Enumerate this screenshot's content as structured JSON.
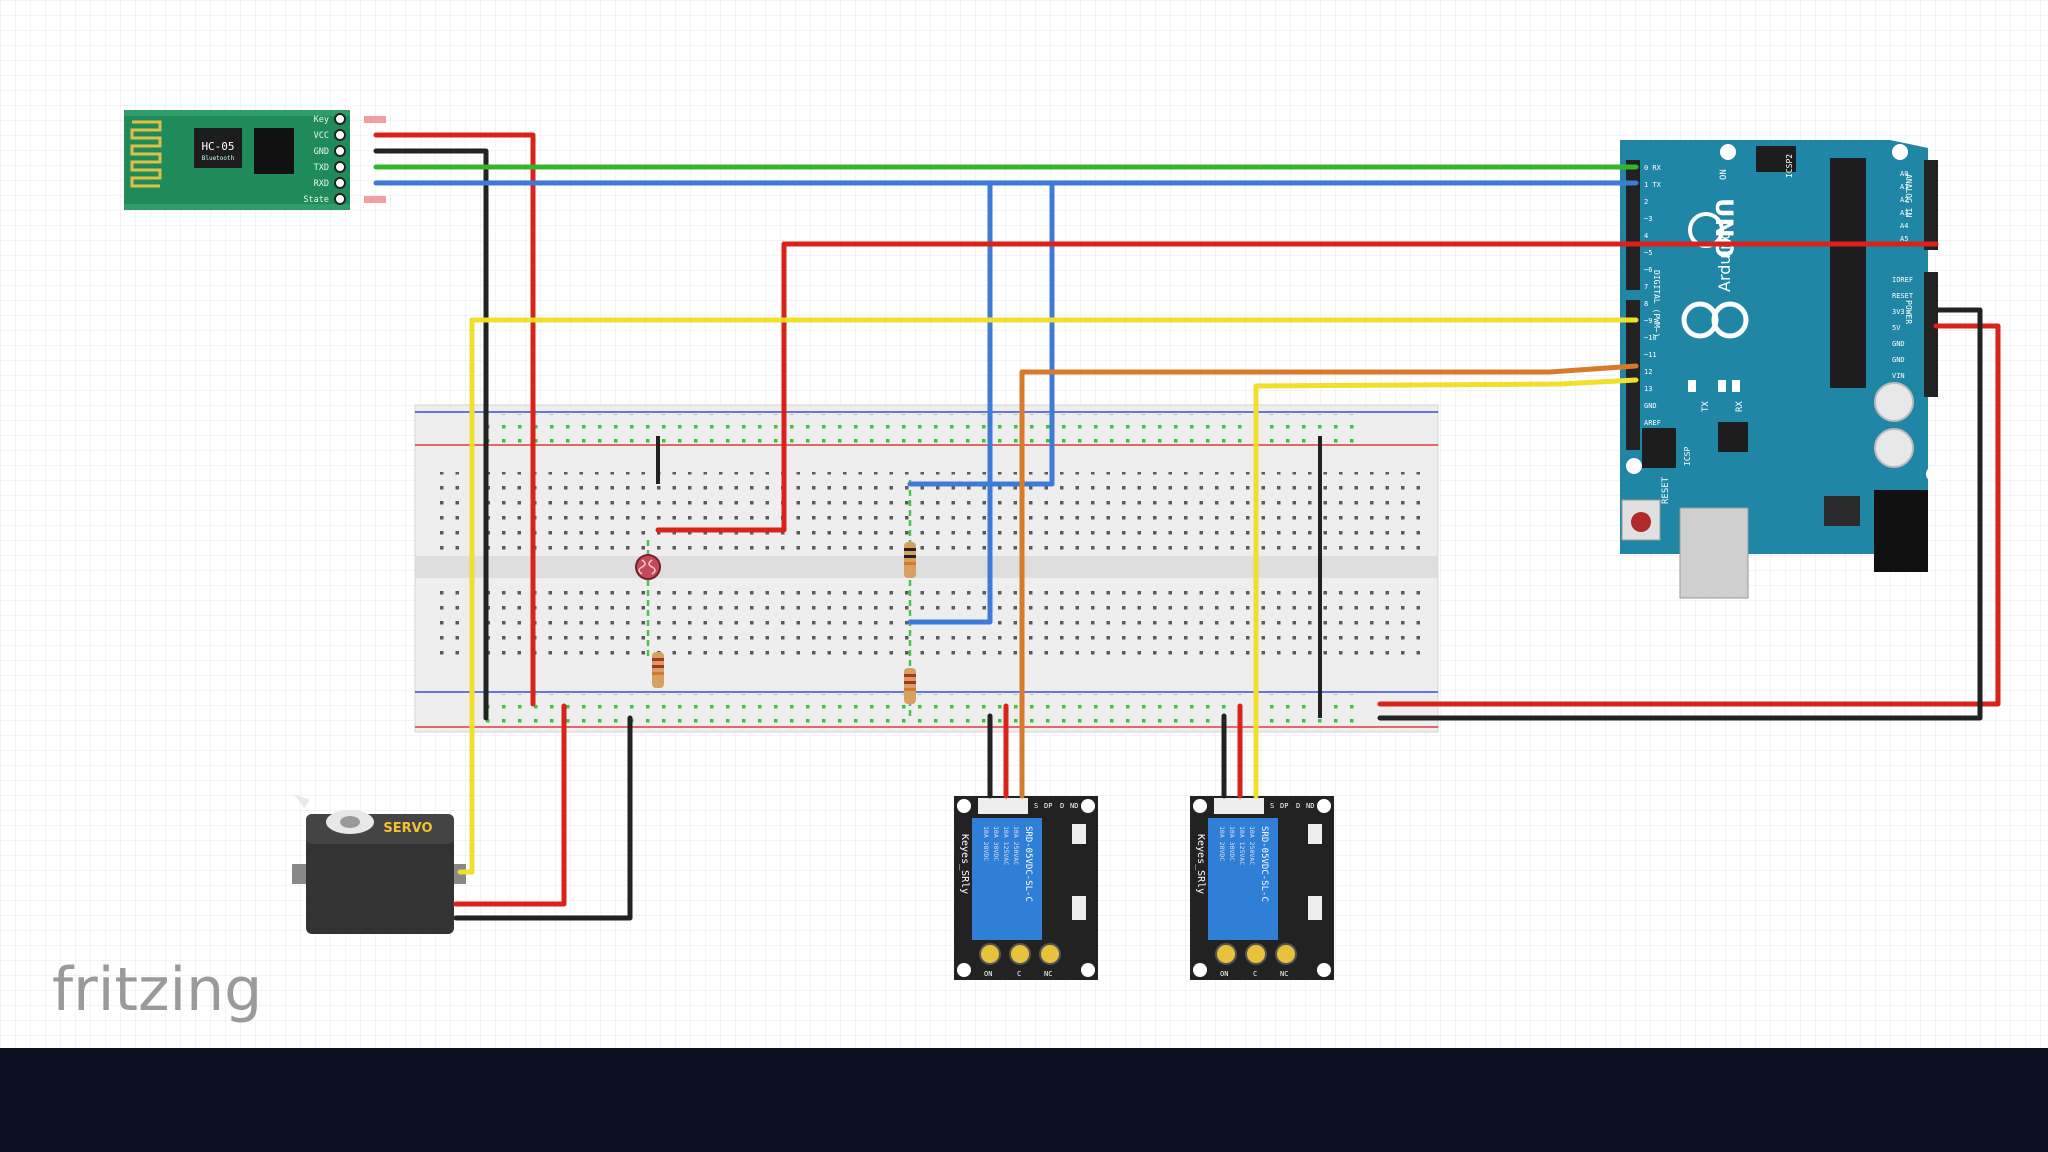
{
  "app": {
    "brand": "fritzing"
  },
  "components": {
    "hc05": {
      "chip_label": "HC-05",
      "sub_label": "Bluetooth",
      "pins": [
        "Key",
        "VCC",
        "GND",
        "TXD",
        "RXD",
        "State"
      ]
    },
    "servo": {
      "label": "SERVO"
    },
    "relays": [
      {
        "brand": "Keyes_SRly",
        "model": "SRD-05VDC-SL-C",
        "rating_lines": [
          "10A 250VAC",
          "10A 125VAC",
          "10A 30VDC",
          "10A 28VDC"
        ],
        "pins": [
          "S",
          "DP",
          "D",
          "ND"
        ],
        "terminals": [
          "ON",
          "C",
          "NC"
        ]
      },
      {
        "brand": "Keyes_SRly",
        "model": "SRD-05VDC-SL-C",
        "rating_lines": [
          "10A 250VAC",
          "10A 125VAC",
          "10A 30VDC",
          "10A 28VDC"
        ],
        "pins": [
          "S",
          "DP",
          "D",
          "ND"
        ],
        "terminals": [
          "ON",
          "C",
          "NC"
        ]
      }
    ],
    "arduino": {
      "model": "UNO",
      "brand": "Arduino",
      "reset_label": "RESET",
      "on_label": "ON",
      "tx_label": "TX",
      "rx_label": "RX",
      "icsp_label": "ICSP",
      "icsp2_label": "ICSP2",
      "power_label": "POWER",
      "analog_label": "ANALOG IN",
      "digital_label": "DIGITAL (PWM~)",
      "power_pins": [
        "IOREF",
        "RESET",
        "3V3",
        "5V",
        "GND",
        "GND",
        "VIN"
      ],
      "analog_pins": [
        "A0",
        "A1",
        "A2",
        "A3",
        "A4",
        "A5"
      ],
      "digital_pins": [
        "0 RX",
        "1 TX",
        "2",
        "~3",
        "4",
        "~5",
        "~6",
        "7",
        "8",
        "~9",
        "~10",
        "~11",
        "12",
        "13",
        "GND",
        "AREF"
      ]
    }
  },
  "colors": {
    "grid": "#e4e8f0",
    "hc05_board": "#1f8a5a",
    "arduino_board": "#1f86a6",
    "relay_board": "#222222",
    "relay_body": "#2f7fd6",
    "servo_body": "#333333",
    "servo_label": "#f2c230",
    "wire_red": "#d9221a",
    "wire_black": "#222222",
    "wire_green": "#35b52a",
    "wire_blue": "#3d7bd6",
    "wire_yellow": "#f0e02a",
    "wire_orange": "#d77a2a",
    "footer": "#0b1020"
  }
}
